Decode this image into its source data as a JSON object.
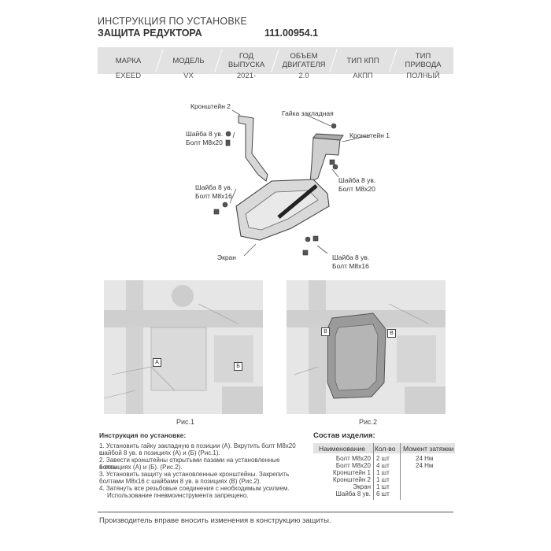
{
  "header": {
    "line1": "ИНСТРУКЦИЯ ПО УСТАНОВКЕ",
    "line2": "ЗАЩИТА РЕДУКТОРА",
    "article": "111.00954.1"
  },
  "spec_table": {
    "headers": [
      [
        "МАРКА"
      ],
      [
        "МОДЕЛЬ"
      ],
      [
        "ГОД",
        "ВЫПУСКА"
      ],
      [
        "ОБЪЕМ",
        "ДВИГАТЕЛЯ"
      ],
      [
        "ТИП КПП"
      ],
      [
        "ТИП",
        "ПРИВОДА"
      ]
    ],
    "values": [
      "EXEED",
      "VX",
      "2021-",
      "2.0",
      "АКПП",
      "ПОЛНЫЙ"
    ]
  },
  "diagram": {
    "labels": {
      "bracket2": "Кронштейн 2",
      "nut": "Гайка закладная",
      "bracket1": "Кронштейн 1",
      "washer_a": "Шайба 8 ув.",
      "bolt_a": "Болт М8х20",
      "washer_b": "Шайба 8 ув.",
      "bolt_b": "Болт М8х20",
      "washer_c": "Шайба 8 ув.",
      "bolt_c": "Болт М8х16",
      "shield": "Экран",
      "washer_d": "Шайба 8 ув.",
      "bolt_d": "Болт М8х16"
    }
  },
  "photos": {
    "fig1": {
      "caption": "Рис.1",
      "marks": [
        "А",
        "Б"
      ]
    },
    "fig2": {
      "caption": "Рис.2",
      "marks": [
        "В",
        "В"
      ]
    }
  },
  "instructions": {
    "title": "Инструкция по установке:",
    "steps": [
      "1. Установить гайку закладную в позиции (А). Вкрутить болт М8х20 с",
      "шайбой 8 ув. в позициях (А) и (Б) (Рис.1).",
      "2. Завести кронштейны открытыми пазами на установленные болты",
      "в позициях (А) и (Б). (Рис.2).",
      "3. Установить защиту на установленные кронштейны. Закрепить",
      "болтами М8х16 с шайбами 8 ув. в позициях (В) (Рис.2).",
      "4. Затянуть все резьбовые соединения с необходимым усилием.",
      "Использование пневмоинструмента запрещено."
    ]
  },
  "parts": {
    "title": "Состав изделия:",
    "headers": [
      "Наименование",
      "Кол-во",
      "Момент затяжки"
    ],
    "rows": [
      {
        "name": "Болт М8х20",
        "qty": "2 шт",
        "torque": "24 Нм"
      },
      {
        "name": "Болт М8х20",
        "qty": "4 шт",
        "torque": "24 Нм"
      },
      {
        "name": "Кронштейн 1",
        "qty": "1 шт",
        "torque": ""
      },
      {
        "name": "Кронштейн 2",
        "qty": "1 шт",
        "torque": ""
      },
      {
        "name": "Экран",
        "qty": "1 шт",
        "torque": ""
      },
      {
        "name": "Шайба 8 ув.",
        "qty": "6 шт",
        "torque": ""
      }
    ]
  },
  "footer": "Производитель вправе вносить изменения в конструкцию защиты."
}
